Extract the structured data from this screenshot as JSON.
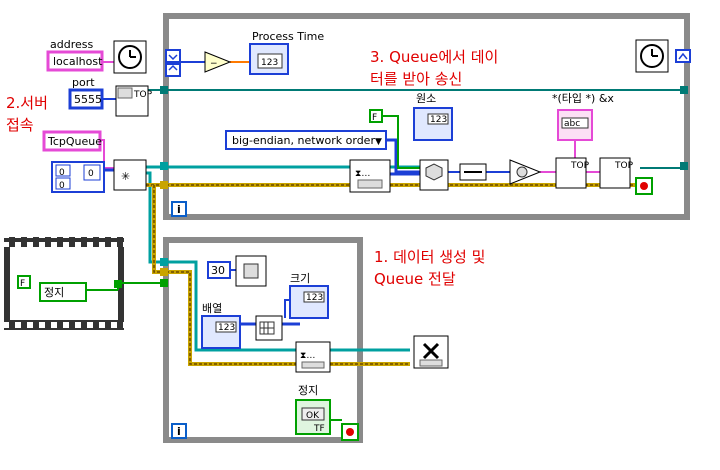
{
  "annotations": {
    "note_1_line1": "1. 데이터 생성 및",
    "note_1_line2": "Queue 전달",
    "note_2_line1": "2.서버",
    "note_2_line2": "접속",
    "note_3_line1": "3. Queue에서 데이",
    "note_3_line2": "터를 받아 송신"
  },
  "controls": {
    "address_label": "address",
    "address_value": "localhost",
    "port_label": "port",
    "port_value": "5555",
    "queue_name": "TcpQueue",
    "array_index_1": "0",
    "array_index_2": "0",
    "array_value": "0",
    "process_time_label": "Process Time",
    "process_time_value": "123",
    "byte_order_value": "big-endian, network order",
    "byte_order_arrow": "▼",
    "elements_label": "원소",
    "typecast_label": "*(타입 *) &x",
    "false_constant": "F",
    "stop_local_text": "정지",
    "wait_ms_value": "30",
    "size_label": "크기",
    "array_label": "배열",
    "stop_label": "정지",
    "stop_button_text": "OK",
    "tf_text": "TF",
    "indicator_text": "123",
    "abc_text": "abc",
    "top_text": "TOP",
    "loop_i": "i"
  }
}
